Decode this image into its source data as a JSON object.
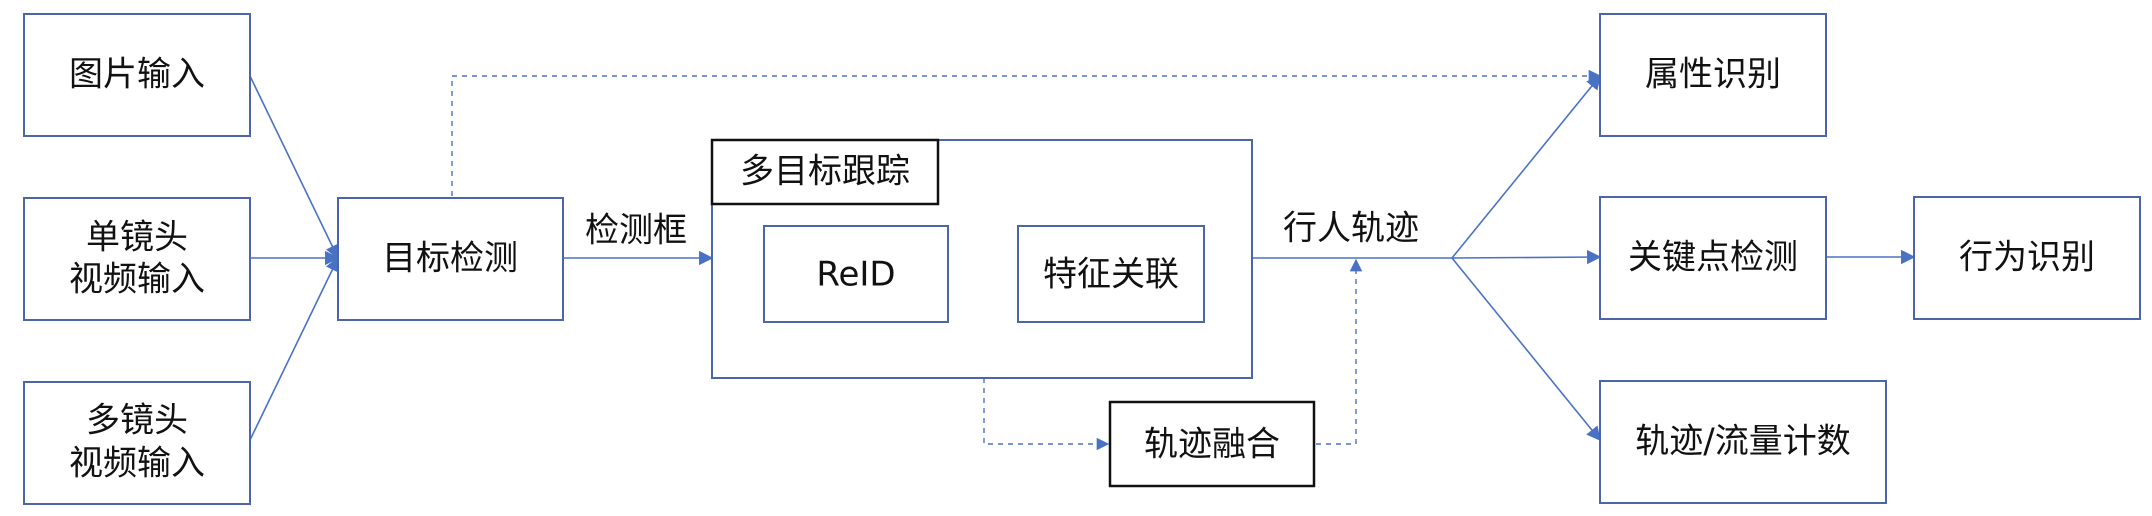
{
  "nodes": {
    "image_input": "图片输入",
    "single_camera_input": [
      "单镜头",
      "视频输入"
    ],
    "multi_camera_input": [
      "多镜头",
      "视频输入"
    ],
    "object_detection": "目标检测",
    "mot_title": "多目标跟踪",
    "reid": "ReID",
    "feature_association": "特征关联",
    "trajectory_fusion": "轨迹融合",
    "attribute_recognition": "属性识别",
    "keypoint_detection": "关键点检测",
    "action_recognition": "行为识别",
    "trajectory_flow_count": "轨迹/流量计数"
  },
  "edge_labels": {
    "detection_boxes": "检测框",
    "pedestrian_trajectory": "行人轨迹"
  },
  "colors": {
    "box_border": "#4a66a8",
    "edge": "#4a72c4",
    "text": "#111111"
  }
}
